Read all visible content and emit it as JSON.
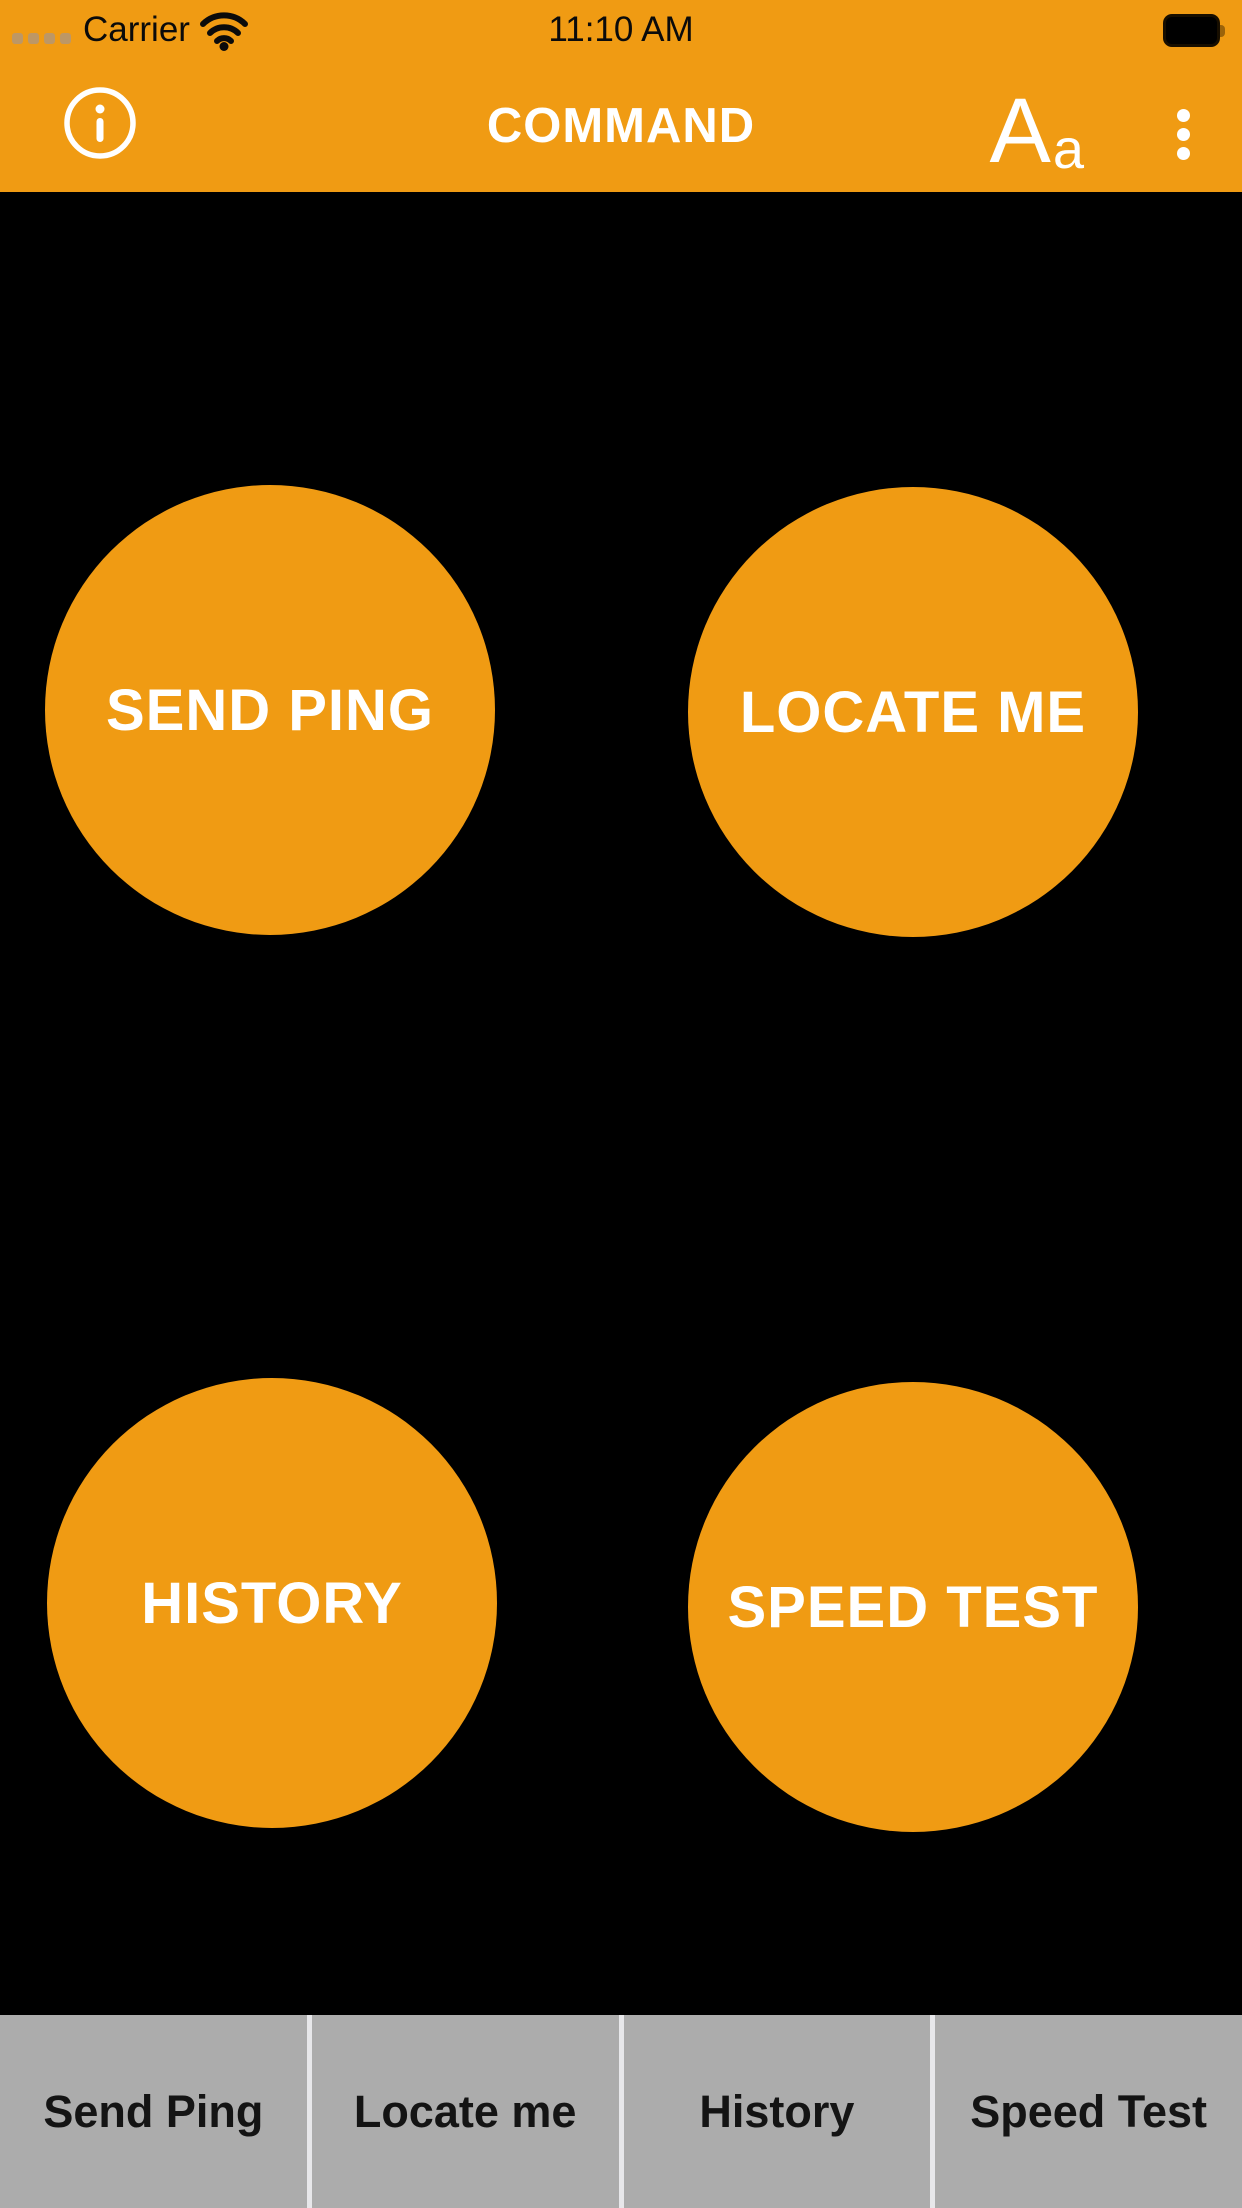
{
  "colors": {
    "accent": "#F09B13",
    "background": "#000000",
    "tab_bar_bg": "#ACACAC",
    "tab_separator": "#E7E7EA",
    "status_text": "#0B0B0B",
    "button_text": "#FFFFFF",
    "signal_dot": "#BD9765"
  },
  "status_bar": {
    "signal_dots": 4,
    "carrier_label": "Carrier",
    "time": "11:10 AM"
  },
  "nav_bar": {
    "title": "COMMAND",
    "font_icon_large": "A",
    "font_icon_small": "a"
  },
  "command_buttons": [
    {
      "id": "send-ping",
      "label": "SEND PING"
    },
    {
      "id": "locate-me",
      "label": "LOCATE ME"
    },
    {
      "id": "history",
      "label": "HISTORY"
    },
    {
      "id": "speed-test",
      "label": "SPEED TEST"
    }
  ],
  "tab_bar": {
    "tabs": [
      {
        "id": "send-ping",
        "label": "Send Ping"
      },
      {
        "id": "locate-me",
        "label": "Locate me"
      },
      {
        "id": "history",
        "label": "History"
      },
      {
        "id": "speed-test",
        "label": "Speed Test"
      }
    ]
  }
}
